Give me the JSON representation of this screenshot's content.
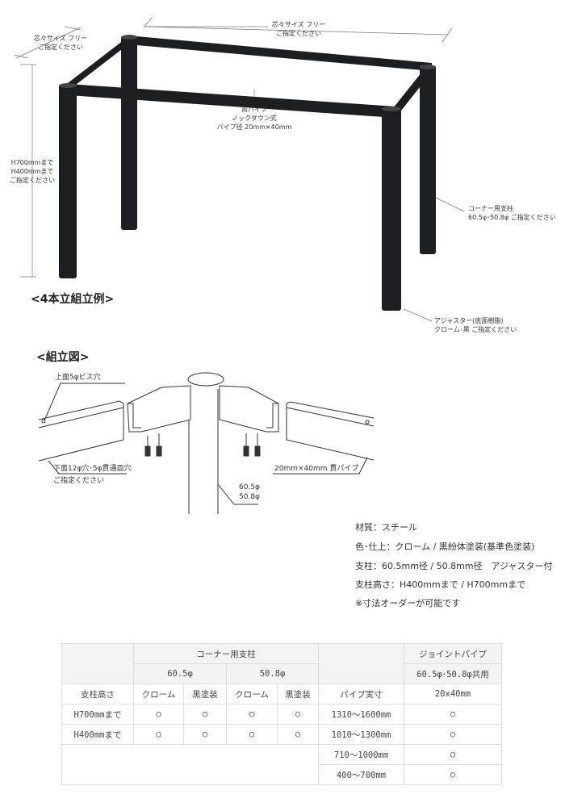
{
  "photo": {
    "width_label": [
      "芯々サイズ フリー",
      "ご指定ください"
    ],
    "depth_label": [
      "芯々サイズ フリー",
      "ご指定ください"
    ],
    "height_label": [
      "H700mmまで",
      "H400mmまで",
      "ご指定ください"
    ],
    "rail_label": [
      "貫パイプ",
      "ノックダウン式",
      "パイプ径 20mm×40mm"
    ],
    "leg_label": [
      "コーナー用支柱",
      "60.5φ･50.8φ ご指定ください"
    ],
    "adjuster_label": [
      "アジャスター(底面樹脂)",
      "クローム･黒 ご指定ください"
    ],
    "caption": "<4本立組立例>"
  },
  "diagram": {
    "title": "<組立図>",
    "top_hole": "上面5φビス穴",
    "bottom_hole": [
      "下面12φ穴･5φ貫通皿穴",
      "ご指定ください"
    ],
    "rail": "20mm×40mm 貫パイプ",
    "diameters": [
      "60.5φ",
      "50.8φ"
    ]
  },
  "specs": [
    "材質：スチール",
    "色･仕上：クローム / 黒紛体塗装(基準色塗装)",
    "支柱：60.5mm径 / 50.8mm径　アジャスター付",
    "支柱高さ：H400mmまで / H700mmまで",
    "※寸法オーダーが可能です"
  ],
  "table": {
    "corner_post": "コーナー用支柱",
    "joint_pipe": "ジョイントパイプ",
    "d1": "60.5φ",
    "d2": "50.8φ",
    "shared": "60.5φ･50.8φ共用",
    "height_header": "支柱高さ",
    "finishes": [
      "クローム",
      "黒塗装",
      "クローム",
      "黒塗装"
    ],
    "pipe_size_header": "パイプ実寸",
    "pipe_spec": "20x40mm",
    "rows": [
      {
        "height": "H700mmまで",
        "marks": [
          "○",
          "○",
          "○",
          "○"
        ],
        "pipe": "1310〜1600mm",
        "joint": "○"
      },
      {
        "height": "H400mmまで",
        "marks": [
          "○",
          "○",
          "○",
          "○"
        ],
        "pipe": "1010〜1300mm",
        "joint": "○"
      },
      {
        "pipe": "710〜1000mm",
        "joint": "○"
      },
      {
        "pipe": "400〜700mm",
        "joint": "○"
      }
    ]
  }
}
